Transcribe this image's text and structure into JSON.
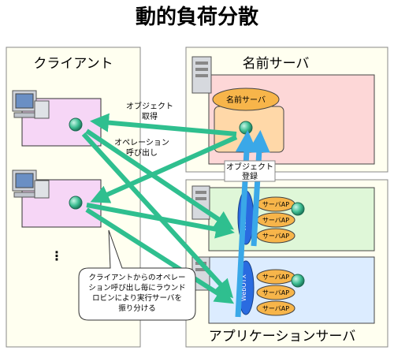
{
  "title": "動的負荷分散",
  "client_panel": {
    "title": "クライアント",
    "ellipsis": "⋮"
  },
  "name_server_panel": {
    "title": "名前サーバ",
    "server_label": "名前サーバ"
  },
  "app_server_panel": {
    "title": "アプリケーションサーバ"
  },
  "labels": {
    "object_get_line1": "オブジェクト",
    "object_get_line2": "取得",
    "operation_call_line1": "オペレーション",
    "operation_call_line2": "呼び出し",
    "object_register_line1": "オブジェクト",
    "object_register_line2": "登録"
  },
  "webotx_label": "WebOTX",
  "server_ap_label": "サーバAP",
  "callout_lines": [
    "クライアントからのオペレー",
    "ション呼び出し毎にラウンド",
    "ロビンにより実行サーバを",
    "振り分ける"
  ],
  "colors": {
    "arrow_green": "#2fbf8f",
    "arrow_blue": "#3aa8e8",
    "client_box": "#f6d6f6",
    "name_panel": "#fdd7d7",
    "name_inner": "#ffd8a8",
    "app_upper": "#dff7d8",
    "app_lower": "#dcecff",
    "oval_orange": "#f7b54a",
    "webotx_blue": "#2a6be0",
    "outer_panel": "#fffff0"
  }
}
